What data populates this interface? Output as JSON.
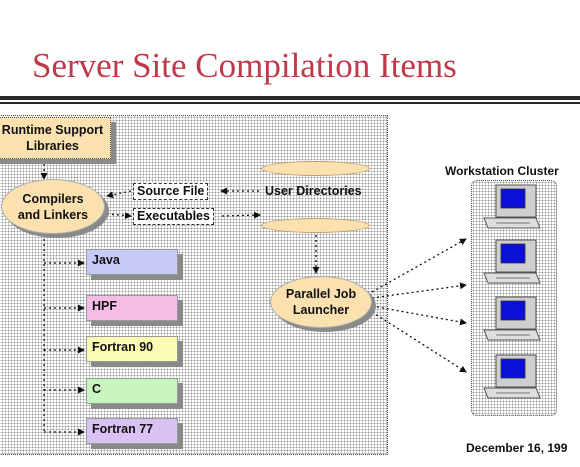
{
  "title": "Server Site Compilation Items",
  "date": "December 16, 199",
  "cluster_label": "Workstation Cluster",
  "nodes": {
    "runtime_line1": "Runtime Support",
    "runtime_line2": "Libraries",
    "compilers_line1": "Compilers",
    "compilers_line2": "and Linkers",
    "source_file": "Source File",
    "executables": "Executables",
    "user_directories": "User Directories",
    "parallel_line1": "Parallel Job",
    "parallel_line2": "Launcher"
  },
  "languages": [
    {
      "label": "Java",
      "color": "#c5caf7"
    },
    {
      "label": "HPF",
      "color": "#f5bde6"
    },
    {
      "label": "Fortran 90",
      "color": "#fbfbb4"
    },
    {
      "label": "C",
      "color": "#c8f5c0"
    },
    {
      "label": "Fortran 77",
      "color": "#d8c2f3"
    }
  ],
  "colors": {
    "title": "#c0394a",
    "node_fill": "#fbe0b0",
    "screen": "#0a10d8",
    "monitor": "#cfcfcf"
  },
  "workstation_count": 4
}
